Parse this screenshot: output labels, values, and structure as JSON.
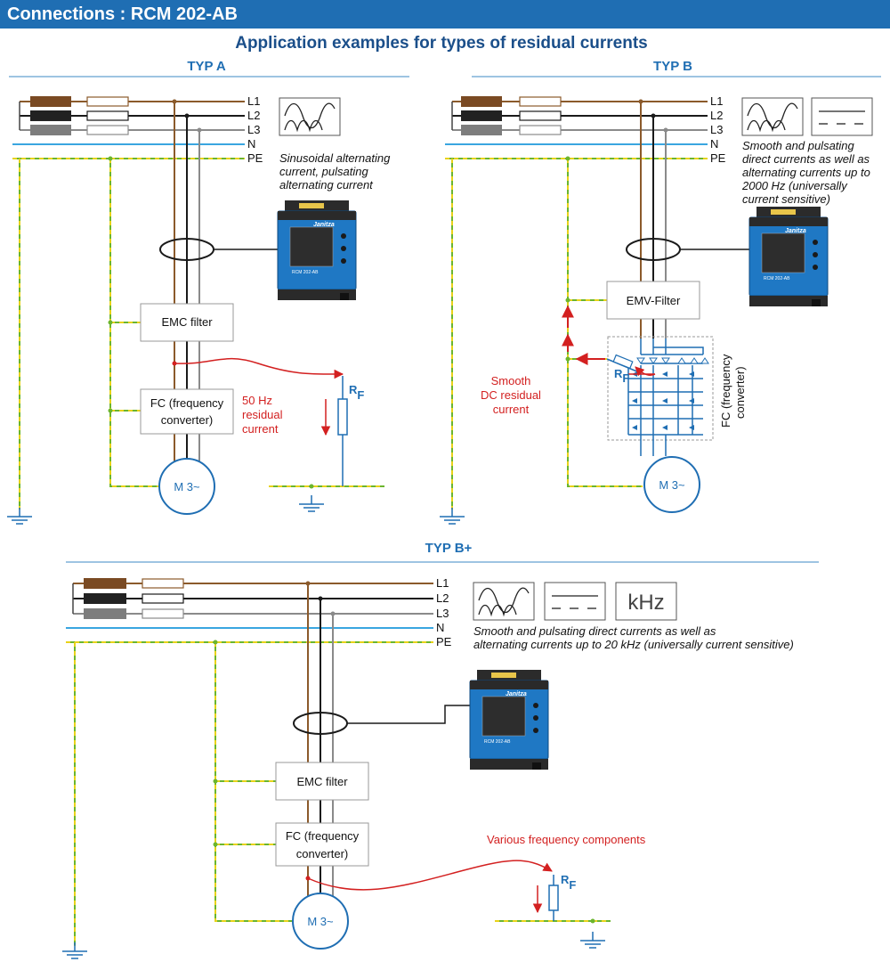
{
  "header": {
    "title": "Connections : RCM 202-AB"
  },
  "main_title": "Application examples for types of residual currents",
  "conductors": [
    "L1",
    "L2",
    "L3",
    "N",
    "PE"
  ],
  "device": {
    "brand": "Janitza",
    "model": "RCM 202-AB"
  },
  "motor_label": "M 3~",
  "typ_a": {
    "heading": "TYP A",
    "description": [
      "Sinusoidal alternating",
      "current, pulsating",
      "alternating current"
    ],
    "emc_label": "EMC filter",
    "fc_label": [
      "FC (frequency",
      "converter)"
    ],
    "residual_label": [
      "50 Hz",
      "residual",
      "current"
    ],
    "rf_main": "R",
    "rf_sub": "F"
  },
  "typ_b": {
    "heading": "TYP B",
    "description": [
      "Smooth and pulsating",
      "direct currents as well as",
      "alternating currents up to",
      "2000 Hz (universally",
      "current sensitive)"
    ],
    "emv_label": "EMV-Filter",
    "fc_vertical": [
      "FC (frequency",
      "converter)"
    ],
    "residual_label": [
      "Smooth",
      "DC residual",
      "current"
    ],
    "rf_main": "R",
    "rf_sub": "F"
  },
  "typ_bplus": {
    "heading": "TYP B+",
    "khz_label": "kHz",
    "description": [
      "Smooth and pulsating direct currents as well as",
      "alternating currents up to 20 kHz (universally current sensitive)"
    ],
    "emc_label": "EMC filter",
    "fc_label": [
      "FC (frequency",
      "converter)"
    ],
    "residual_label": "Various frequency components",
    "rf_main": "R",
    "rf_sub": "F"
  },
  "colors": {
    "header_bg": "#1f6eb3",
    "title": "#1b4f8a",
    "accent_blue": "#1f6eb3",
    "l1_brown": "#8b5a2b",
    "l2_black": "#1a1a1a",
    "l3_grey": "#8a8a8a",
    "neutral_blue": "#3aa6e0",
    "pe_green": "#6bb52e",
    "pe_yellow": "#e8d21a",
    "residual_red": "#d32020"
  }
}
